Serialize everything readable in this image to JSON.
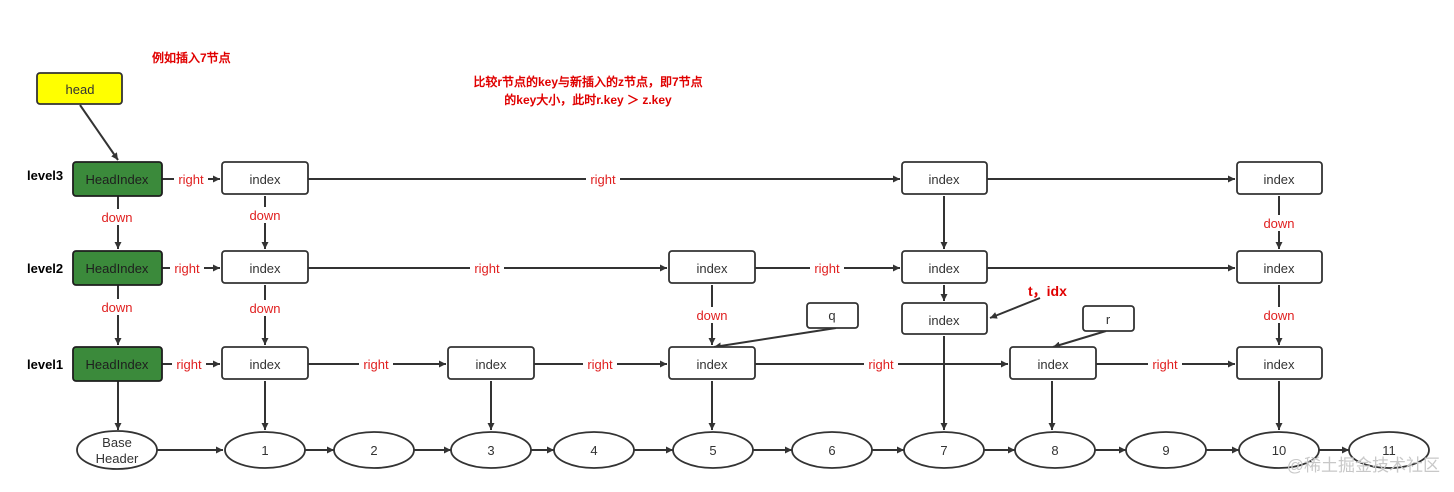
{
  "annotations": {
    "example": "例如插入7节点",
    "compare_line1": "比较r节点的key与新插入的z节点，即7节点",
    "compare_line2": "的key大小，此时r.key ＞ z.key",
    "t_idx": "t，idx"
  },
  "levels": [
    "level3",
    "level2",
    "level1"
  ],
  "head_label": "head",
  "head_index_label": "HeadIndex",
  "index_label": "index",
  "edge_labels": {
    "right": "right",
    "down": "down"
  },
  "pointers": {
    "q": "q",
    "r": "r"
  },
  "base_header": [
    "Base",
    "Header"
  ],
  "base_nodes": [
    "1",
    "2",
    "3",
    "4",
    "5",
    "6",
    "7",
    "8",
    "9",
    "10",
    "11"
  ],
  "watermark": "@稀土掘金技术社区",
  "colors": {
    "head": "#ffff00",
    "head_index": "#3b8a3b",
    "labels": "#e02020"
  }
}
